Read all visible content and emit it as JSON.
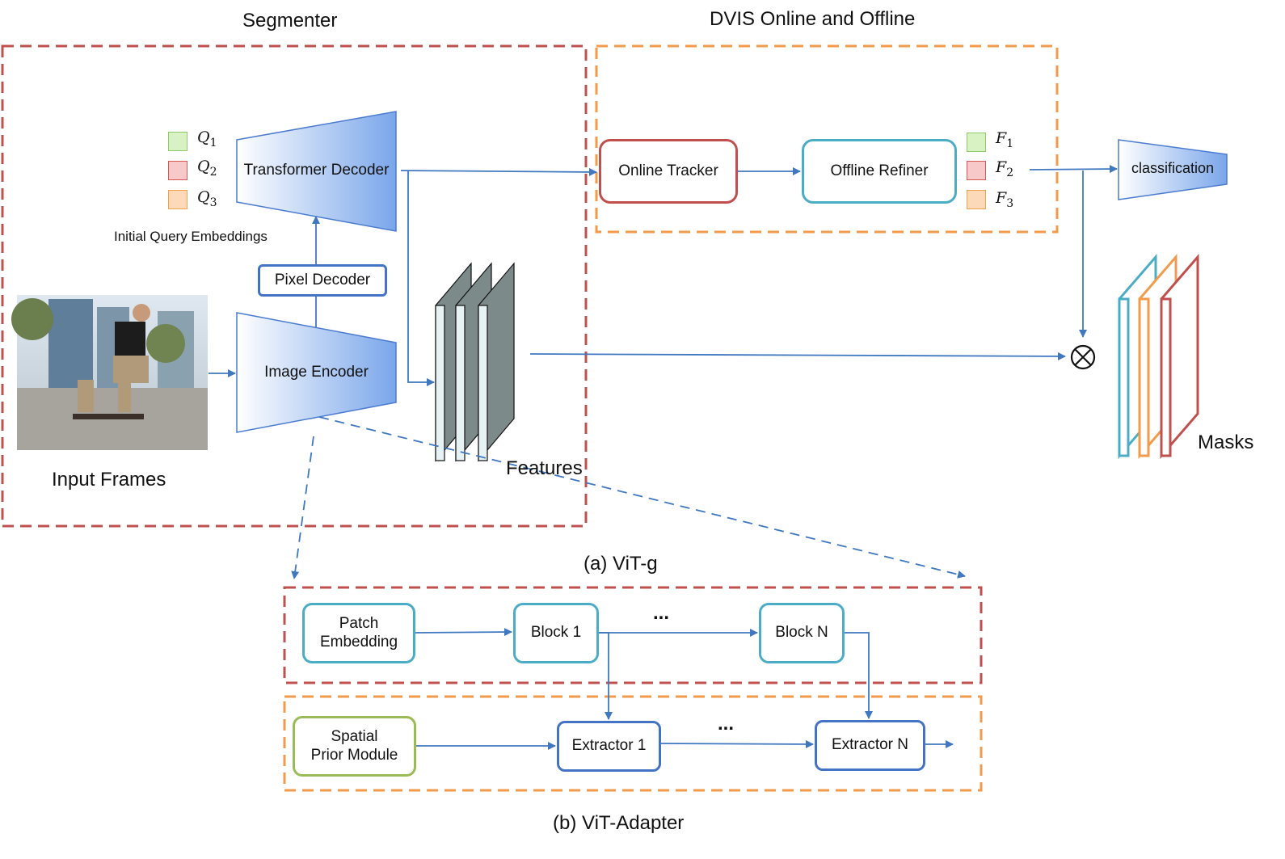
{
  "titles": {
    "segmenter": "Segmenter",
    "dvis": "DVIS Online and Offline",
    "vitg": "(a) ViT-g",
    "vitadapter": "(b) ViT-Adapter"
  },
  "segmenter": {
    "transformer_decoder": "Transformer Decoder",
    "pixel_decoder": "Pixel Decoder",
    "image_encoder": "Image Encoder",
    "initial_query": "Initial Query Embeddings",
    "input_frames": "Input Frames",
    "features": "Features",
    "queries": [
      {
        "sym": "Q",
        "sub": "1",
        "color": "#d9f2c4",
        "border": "#8fc96a"
      },
      {
        "sym": "Q",
        "sub": "2",
        "color": "#f7c9c9",
        "border": "#d45a5a"
      },
      {
        "sym": "Q",
        "sub": "3",
        "color": "#fcd9b8",
        "border": "#f2a14d"
      }
    ]
  },
  "dvis": {
    "online_tracker": "Online Tracker",
    "offline_refiner": "Offline Refiner",
    "classification": "classification",
    "masks": "Masks",
    "outputs": [
      {
        "sym": "F",
        "sub": "1",
        "color": "#d9f2c4",
        "border": "#8fc96a"
      },
      {
        "sym": "F",
        "sub": "2",
        "color": "#f7c9c9",
        "border": "#d45a5a"
      },
      {
        "sym": "F",
        "sub": "3",
        "color": "#fcd9b8",
        "border": "#f2a14d"
      }
    ]
  },
  "vitg": {
    "patch_embedding_line1": "Patch",
    "patch_embedding_line2": "Embedding",
    "block1": "Block 1",
    "blockN": "Block N",
    "ellipsis": "..."
  },
  "adapter": {
    "spatial_line1": "Spatial",
    "spatial_line2": "Prior Module",
    "extractor1": "Extractor 1",
    "extractorN": "Extractor N",
    "ellipsis": "..."
  },
  "colors": {
    "red_dash": "#c0504d",
    "orange_dash": "#f29b4c",
    "arrow": "#3f78c0",
    "teal_box": "#4bacc6",
    "blue_box": "#4472c4",
    "green_box": "#9bbb59",
    "red_box": "#c0504d"
  }
}
